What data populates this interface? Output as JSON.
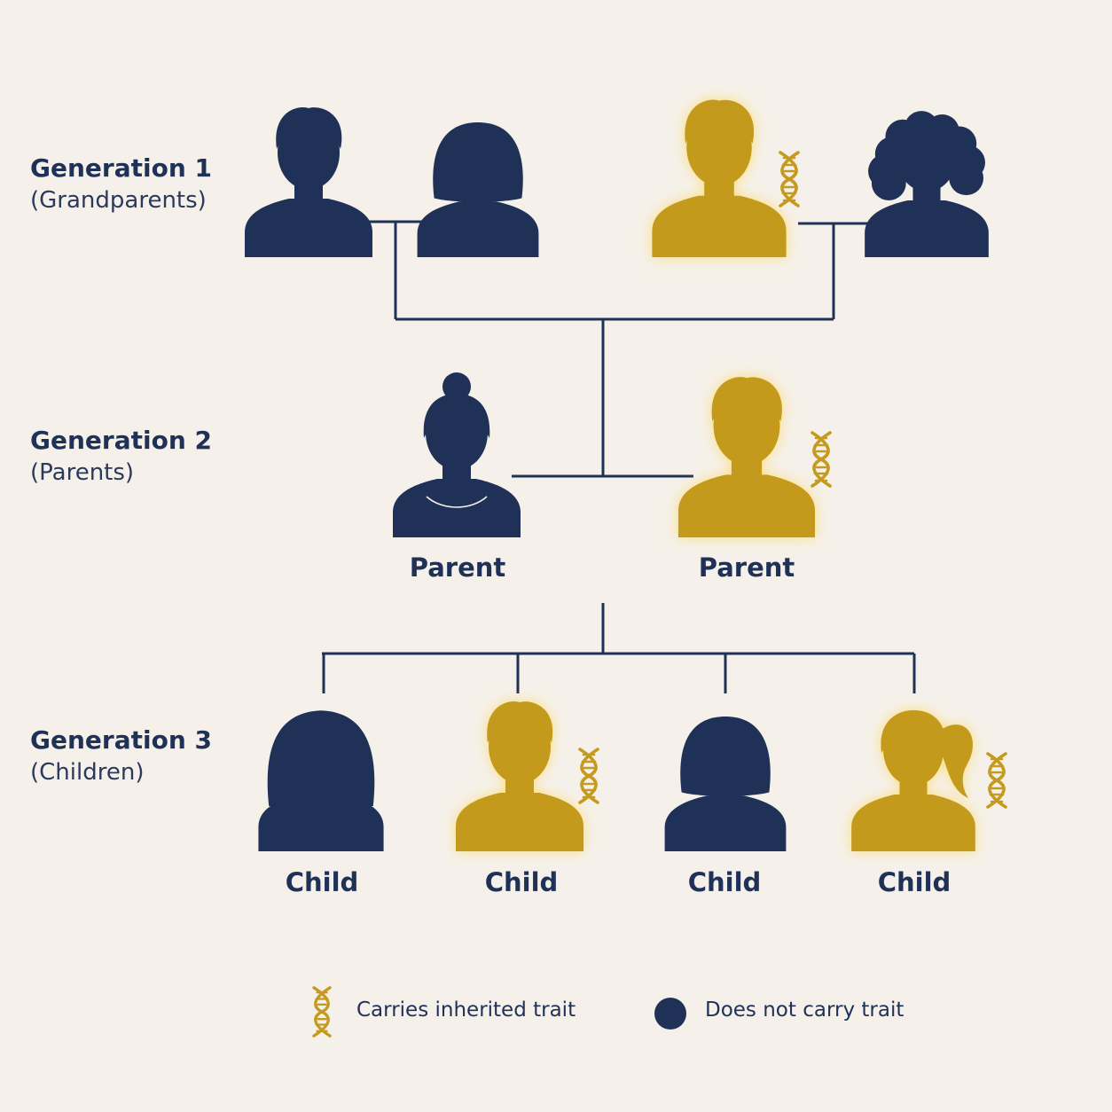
{
  "colors": {
    "navy": "#1f3157",
    "gold": "#c49a1f",
    "glow": "#ffd966",
    "line": "#1f3157",
    "background": "#f5f1ea"
  },
  "generations": [
    {
      "title": "Generation 1",
      "subtitle": "(Grandparents)"
    },
    {
      "title": "Generation 2",
      "subtitle": "(Parents)"
    },
    {
      "title": "Generation 3",
      "subtitle": "(Children)"
    }
  ],
  "people": [
    {
      "id": "gp1",
      "generation": 1,
      "hair": "short",
      "carrier": false,
      "label": ""
    },
    {
      "id": "gp2",
      "generation": 1,
      "hair": "bob",
      "carrier": false,
      "label": ""
    },
    {
      "id": "gp3",
      "generation": 1,
      "hair": "short",
      "carrier": true,
      "label": ""
    },
    {
      "id": "gp4",
      "generation": 1,
      "hair": "curly",
      "carrier": false,
      "label": ""
    },
    {
      "id": "p1",
      "generation": 2,
      "hair": "bun",
      "carrier": false,
      "label": "Parent"
    },
    {
      "id": "p2",
      "generation": 2,
      "hair": "short",
      "carrier": true,
      "label": "Parent"
    },
    {
      "id": "c1",
      "generation": 3,
      "hair": "long",
      "carrier": false,
      "label": "Child"
    },
    {
      "id": "c2",
      "generation": 3,
      "hair": "short",
      "carrier": true,
      "label": "Child"
    },
    {
      "id": "c3",
      "generation": 3,
      "hair": "bob",
      "carrier": false,
      "label": "Child"
    },
    {
      "id": "c4",
      "generation": 3,
      "hair": "ponytail",
      "carrier": true,
      "label": "Child"
    }
  ],
  "legend": {
    "carrier_icon": "dna-icon",
    "carrier_text": "Carries inherited trait",
    "noncarrier_icon": "navy-circle-icon",
    "noncarrier_text": "Does not carry trait"
  }
}
